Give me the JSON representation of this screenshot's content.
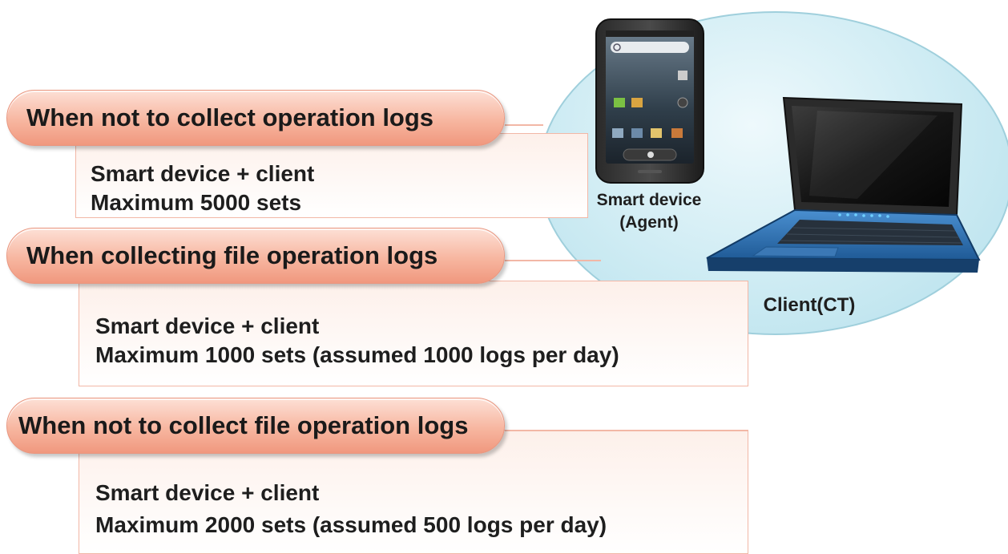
{
  "sections": [
    {
      "heading": "When not to collect operation logs",
      "line1": "Smart device + client",
      "line2": "Maximum 5000 sets"
    },
    {
      "heading": "When collecting file operation logs",
      "line1": "Smart device + client",
      "line2": "Maximum 1000 sets  (assumed 1000 logs per day)"
    },
    {
      "heading": "When not to collect file operation logs",
      "line1": "Smart device + client",
      "line2": "Maximum 2000 sets (assumed 500 logs per day)"
    }
  ],
  "devices": {
    "smart_device_line1": "Smart device",
    "smart_device_line2": "(Agent)",
    "client_label": "Client(CT)"
  },
  "colors": {
    "pill": "#f7b6a0",
    "box_border": "#f2b7a6",
    "ellipse": "#cdebf3",
    "laptop_blue": "#2f6fb0"
  }
}
